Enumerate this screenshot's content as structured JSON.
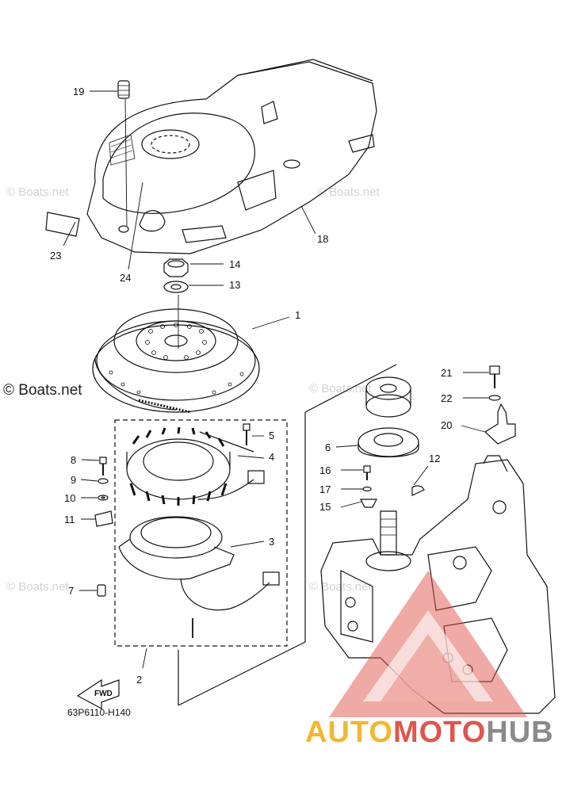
{
  "diagram": {
    "code": "63P6110-H140",
    "fwd_label": "FWD",
    "watermark": "© Boats.net",
    "brand": {
      "part1": "AUTO",
      "part2": "MOTO",
      "part3": "HUB"
    },
    "callouts": [
      "1",
      "2",
      "3",
      "4",
      "5",
      "6",
      "7",
      "8",
      "9",
      "10",
      "11",
      "12",
      "13",
      "14",
      "15",
      "16",
      "17",
      "18",
      "19",
      "20",
      "21",
      "22",
      "23",
      "24"
    ]
  }
}
